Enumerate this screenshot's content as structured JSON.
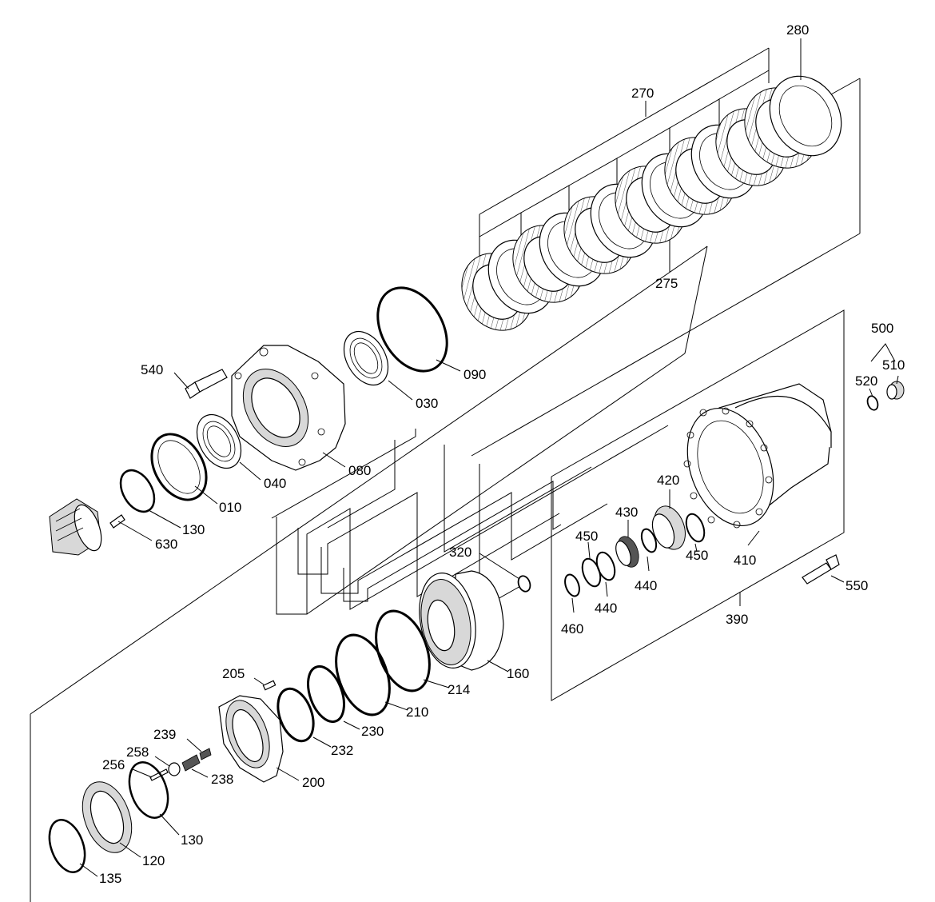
{
  "diagram": {
    "part_numbers": {
      "p280": "280",
      "p270": "270",
      "p275": "275",
      "p090": "090",
      "p030": "030",
      "p540": "540",
      "p080": "080",
      "p040": "040",
      "p010": "010",
      "p130a": "130",
      "p630": "630",
      "p500": "500",
      "p520": "520",
      "p510": "510",
      "p420": "420",
      "p430": "430",
      "p450a": "450",
      "p450b": "450",
      "p410": "410",
      "p320": "320",
      "p440a": "440",
      "p440b": "440",
      "p460": "460",
      "p550": "550",
      "p390": "390",
      "p160": "160",
      "p214": "214",
      "p210": "210",
      "p205": "205",
      "p230": "230",
      "p232": "232",
      "p239": "239",
      "p258": "258",
      "p256": "256",
      "p238": "238",
      "p200": "200",
      "p130b": "130",
      "p120": "120",
      "p135": "135"
    }
  }
}
